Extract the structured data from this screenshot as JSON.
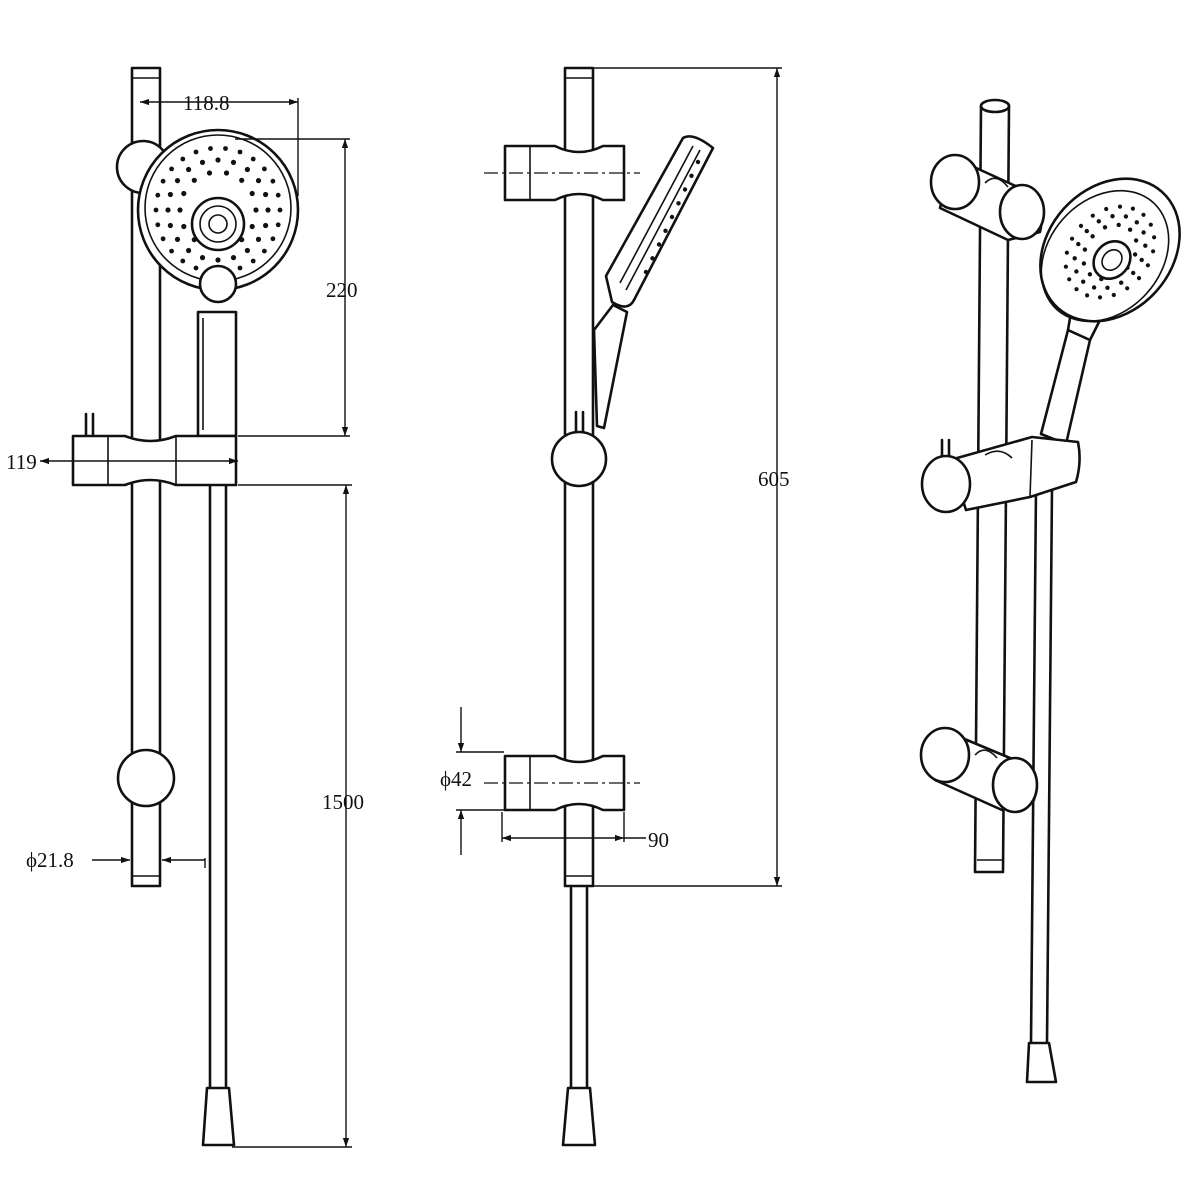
{
  "dimensions": {
    "head_width": "118.8",
    "head_height": "220",
    "slider_width": "119",
    "hose_length": "1500",
    "rail_diameter": "ϕ21.8",
    "rail_length": "605",
    "bracket_diameter": "ϕ42",
    "bracket_depth": "90"
  },
  "colors": {
    "line": "#111111",
    "background": "#ffffff"
  }
}
